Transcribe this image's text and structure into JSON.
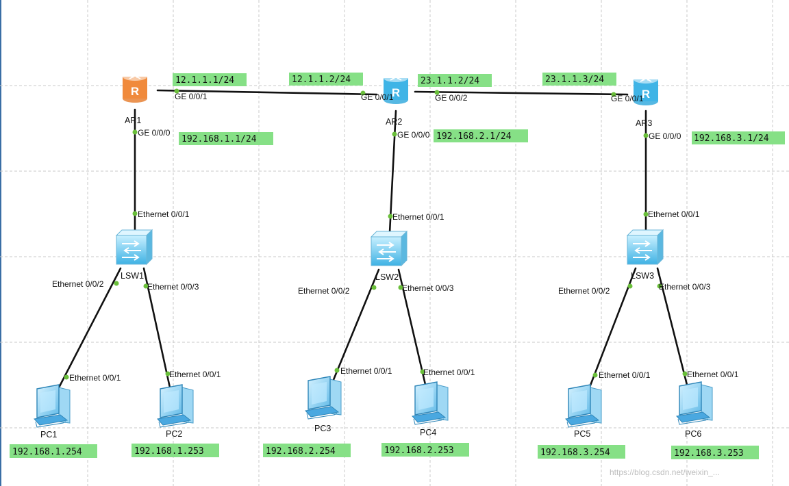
{
  "colors": {
    "link": "#111111",
    "port_dot": "#6abf3a",
    "ip_label_bg": "#86e086",
    "router_ar1": "#f08a3c",
    "router_ar2_ar3": "#5bc4ea",
    "switch": "#6ec8ee",
    "pc": "#4aa8e0"
  },
  "devices": {
    "ar1": {
      "label": "AR1",
      "icon": "router-orange-icon"
    },
    "ar2": {
      "label": "AR2",
      "icon": "router-blue-icon"
    },
    "ar3": {
      "label": "AR3",
      "icon": "router-blue-icon"
    },
    "lsw1": {
      "label": "LSW1",
      "icon": "switch-icon"
    },
    "lsw2": {
      "label": "LSW2",
      "icon": "switch-icon"
    },
    "lsw3": {
      "label": "LSW3",
      "icon": "switch-icon"
    },
    "pc1": {
      "label": "PC1",
      "icon": "pc-icon"
    },
    "pc2": {
      "label": "PC2",
      "icon": "pc-icon"
    },
    "pc3": {
      "label": "PC3",
      "icon": "pc-icon"
    },
    "pc4": {
      "label": "PC4",
      "icon": "pc-icon"
    },
    "pc5": {
      "label": "PC5",
      "icon": "pc-icon"
    },
    "pc6": {
      "label": "PC6",
      "icon": "pc-icon"
    }
  },
  "ports": {
    "ar1_ge001": "GE 0/0/1",
    "ar1_ge000": "GE 0/0/0",
    "ar2_ge001": "GE 0/0/1",
    "ar2_ge002": "GE 0/0/2",
    "ar2_ge000": "GE 0/0/0",
    "ar3_ge001": "GE 0/0/1",
    "ar3_ge000": "GE 0/0/0",
    "lsw1_e001": "Ethernet 0/0/1",
    "lsw1_e002": "Ethernet 0/0/2",
    "lsw1_e003": "Ethernet 0/0/3",
    "lsw2_e001": "Ethernet 0/0/1",
    "lsw2_e002": "Ethernet 0/0/2",
    "lsw2_e003": "Ethernet 0/0/3",
    "lsw3_e001": "Ethernet 0/0/1",
    "lsw3_e002": "Ethernet 0/0/2",
    "lsw3_e003": "Ethernet 0/0/3",
    "pc1_e001": "Ethernet 0/0/1",
    "pc2_e001": "Ethernet 0/0/1",
    "pc3_e001": "Ethernet 0/0/1",
    "pc4_e001": "Ethernet 0/0/1",
    "pc5_e001": "Ethernet 0/0/1",
    "pc6_e001": "Ethernet 0/0/1"
  },
  "ip_labels": {
    "ar1_ge001": "12.1.1.1/24",
    "ar1_ge000": "192.168.1.1/24",
    "ar2_ge001": "12.1.1.2/24",
    "ar2_ge002": "23.1.1.2/24",
    "ar2_ge000": "192.168.2.1/24",
    "ar3_ge001": "23.1.1.3/24",
    "ar3_ge000": "192.168.3.1/24",
    "pc1": "192.168.1.254",
    "pc2": "192.168.1.253",
    "pc3": "192.168.2.254",
    "pc4": "192.168.2.253",
    "pc5": "192.168.3.254",
    "pc6": "192.168.3.253"
  },
  "watermark": "https://blog.csdn.net/weixin_..."
}
